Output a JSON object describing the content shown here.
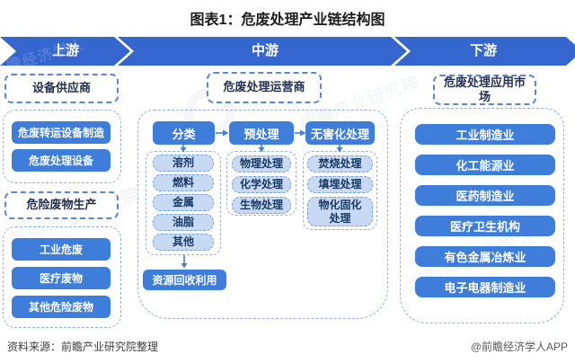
{
  "title": "图表1：危废处理产业链结构图",
  "banner": {
    "upstream": "上游",
    "midstream": "中游",
    "downstream": "下游"
  },
  "left": {
    "suppliers_label": "设备供应商",
    "supplier_items": [
      "危废转运设备制造",
      "危废处理设备"
    ],
    "producers_label": "危险废物生产",
    "producer_items": [
      "工业危废",
      "医疗废物",
      "其他危险废物"
    ]
  },
  "middle": {
    "operators_label": "危废处理运营商",
    "stages": [
      {
        "name": "分类",
        "items": [
          "溶剂",
          "燃料",
          "金属",
          "油脂",
          "其他"
        ]
      },
      {
        "name": "预处理",
        "items": [
          "物理处理",
          "化学处理",
          "生物处理"
        ]
      },
      {
        "name": "无害化处理",
        "items": [
          "焚烧处理",
          "填埋处理",
          "物化固化处理"
        ]
      }
    ],
    "recycle_label": "资源回收利用"
  },
  "right": {
    "market_label": "危废处理应用市场",
    "market_items": [
      "工业制造业",
      "化工能源业",
      "医药制造业",
      "医疗卫生机构",
      "有色金属冶炼业",
      "电子电器制造业"
    ]
  },
  "footer": {
    "source": "资料来源：前瞻产业研究院整理",
    "credit": "@前瞻经济学人APP"
  },
  "watermark": {
    "brand": "前瞻经济学人",
    "institute": "前瞻产业研究院"
  },
  "colors": {
    "banner_blue": "#3566cf",
    "box_blue": "#3e7dda",
    "light_blue": "#c8daf3",
    "dark_text": "#173a66"
  }
}
